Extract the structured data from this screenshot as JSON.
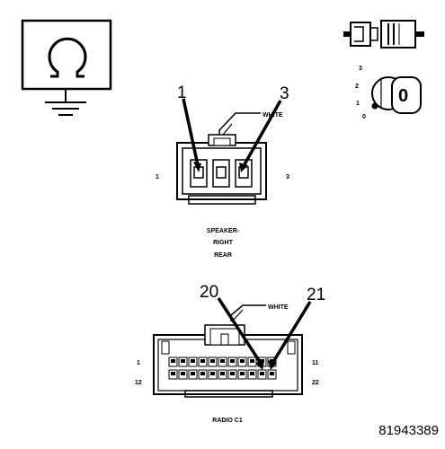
{
  "speaker_connector": {
    "color_label": "WHITE",
    "callout_left": "1",
    "callout_right": "3",
    "side_left": "1",
    "side_right": "3",
    "name_line1": "SPEAKER-",
    "name_line2": "RIGHT",
    "name_line3": "REAR"
  },
  "radio_connector": {
    "color_label": "WHITE",
    "callout_left": "20",
    "callout_right": "21",
    "row1_start": "1",
    "row1_end": "11",
    "row2_start": "12",
    "row2_end": "22",
    "name": "RADIO C1"
  },
  "ignition_key": {
    "pos_3": "3",
    "pos_2": "2",
    "pos_1": "1",
    "pos_0": "0",
    "key_face": "0"
  },
  "figure_number": "81943389",
  "icons": [
    "ohmmeter-ground-icon",
    "connector-disconnect-icon",
    "ignition-off-icon"
  ]
}
